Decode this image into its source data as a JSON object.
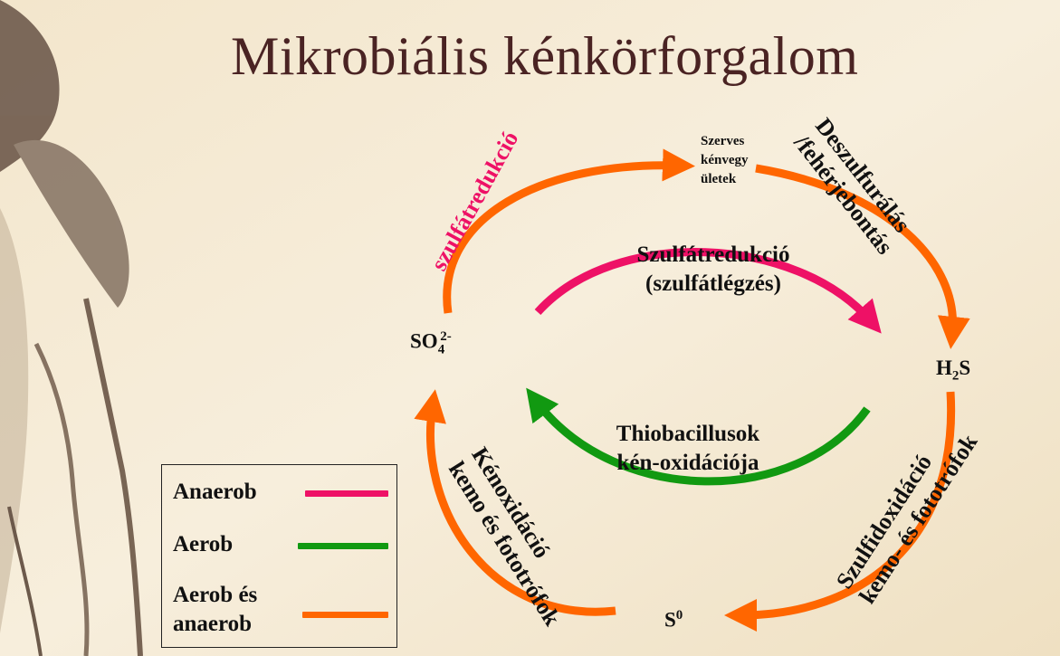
{
  "slide": {
    "title": "Mikrobiális kénkörforgalom"
  },
  "nodes": {
    "organic": [
      "Szerves",
      "kénvegy",
      "ületek"
    ],
    "so4_base": "SO",
    "so4_sub": "4",
    "so4_sup": "2-",
    "h2s_a": "H",
    "h2s_sub": "2",
    "h2s_b": "S",
    "s0_base": "S",
    "s0_sup": "0"
  },
  "labels": {
    "sulfate_reduction_inner": [
      "Szulfátredukció",
      "(szulfátlégzés)"
    ],
    "thiobacillus": [
      "Thiobacillusok",
      "kén-oxidációja"
    ],
    "assimilatory": "szulfátredukció",
    "desulfuration": [
      "Deszulfurálás",
      "/fehérjebontás"
    ],
    "sulfide_oxidation": [
      "Szulfidoxidáció",
      "kemo- és fototrófok"
    ],
    "sulfur_oxidation": [
      "Kénoxidáció",
      "kemo és fototrófok"
    ]
  },
  "legend": {
    "items": [
      {
        "label": [
          "Anaerob"
        ],
        "color": "#ee1166"
      },
      {
        "label": [
          "Aerob"
        ],
        "color": "#119911"
      },
      {
        "label": [
          "Aerob és",
          "anaerob"
        ],
        "color": "#ff6600"
      }
    ]
  },
  "colors": {
    "anaerob": "#ee1166",
    "aerob": "#119911",
    "both": "#ff6600",
    "title": "#4a2323",
    "assimilatory_label": "#ee1166"
  }
}
